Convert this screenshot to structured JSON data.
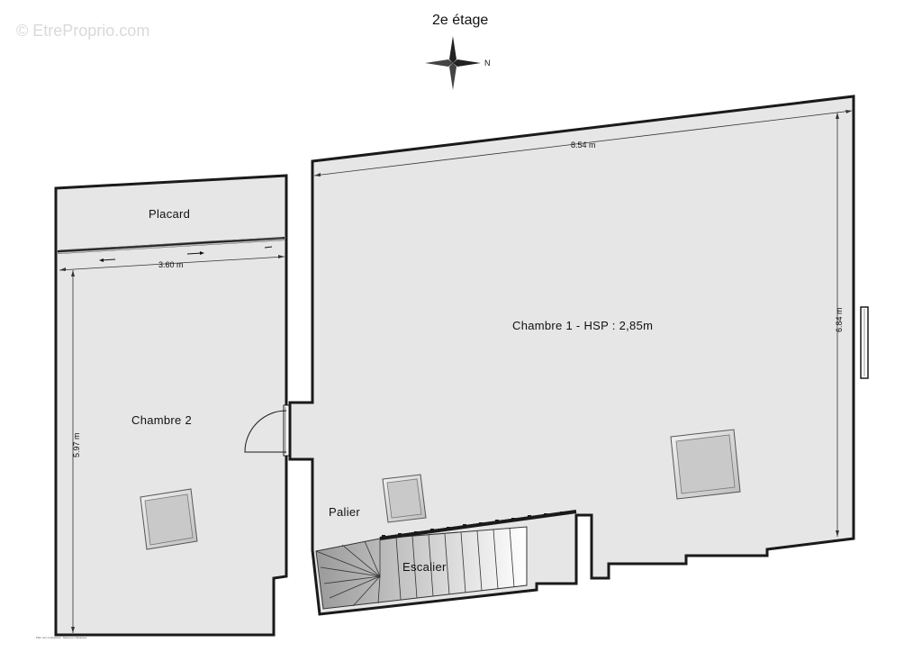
{
  "watermark": "© EtreProprio.com",
  "floor_title": "2e étage",
  "compass": {
    "label": "N"
  },
  "rooms": {
    "chambre1": "Chambre 1 - HSP : 2,85m",
    "chambre2": "Chambre 2",
    "placard": "Placard",
    "palier": "Palier",
    "escalier": "Escalier"
  },
  "dimensions": {
    "ch1_width": "8.54 m",
    "ch1_depth": "6.84 m",
    "ch2_width": "3.60 m",
    "ch2_depth": "5.97 m"
  },
  "colors": {
    "floor": "#e6e6e6",
    "wall": "#1a1a1a",
    "window": "#cfcfcf"
  },
  "footnote": "Plan non contractuel - Mesures indicatives"
}
